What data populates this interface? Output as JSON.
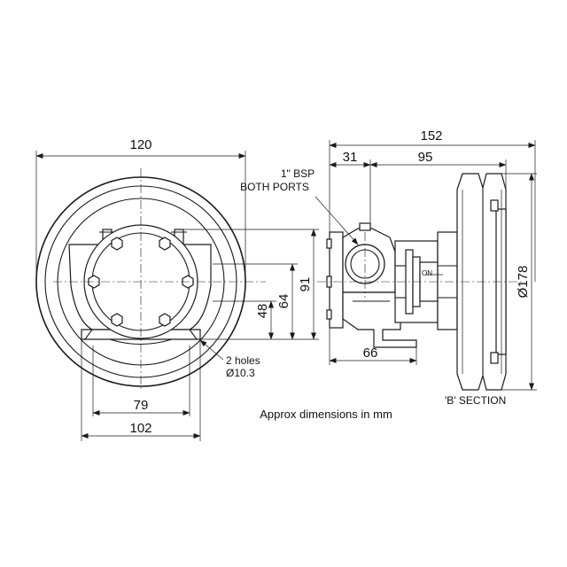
{
  "dimensions": {
    "overall_width": "120",
    "overall_length": "152",
    "flange_offset": "31",
    "body_to_pulley": "95",
    "height_91": "91",
    "height_64": "64",
    "height_48": "48",
    "foot_66": "66",
    "base_79": "79",
    "base_102": "102",
    "pulley_dia": "Ø178"
  },
  "notes": {
    "ports_line1": "1\" BSP",
    "ports_line2": "BOTH PORTS",
    "holes_line1": "2 holes",
    "holes_line2": "Ø10.3",
    "section_label": "'B' SECTION",
    "on_label": "ON",
    "caption": "Approx dimensions in mm"
  }
}
